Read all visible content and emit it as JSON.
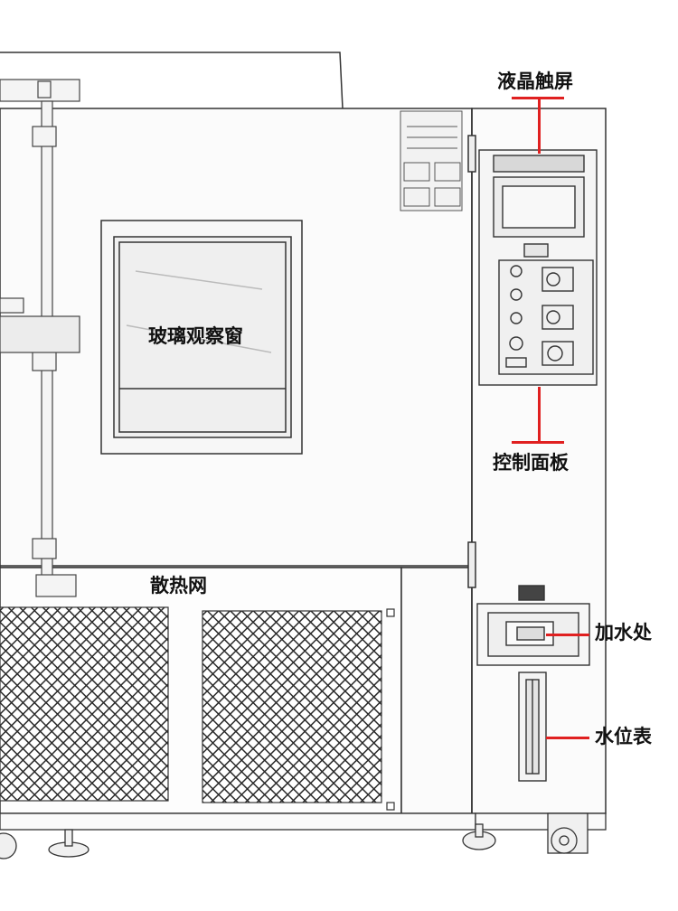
{
  "labels": {
    "lcd": "液晶触屏",
    "window": "玻璃观察窗",
    "panel": "控制面板",
    "vent": "散热网",
    "water_inlet": "加水处",
    "water_level": "水位表"
  },
  "colors": {
    "callout": "#e02020",
    "line": "#333333",
    "mesh": "#2a2a2a"
  }
}
